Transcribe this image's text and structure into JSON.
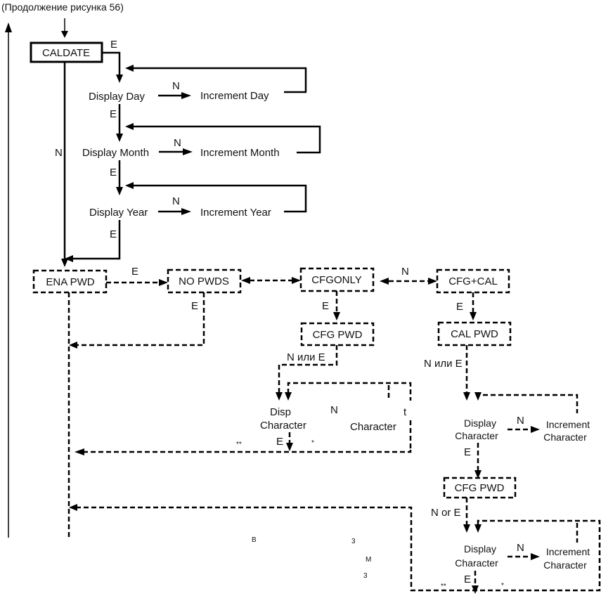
{
  "caption": "(Продолжение рисунка 56)",
  "boxes": {
    "caldate": "CALDATE",
    "ena_pwd": "ENA PWD",
    "no_pwds": "NO PWDS",
    "cfgonly": "CFGONLY",
    "cfg_cal": "CFG+CAL",
    "cfg_pwd_1": "CFG PWD",
    "cal_pwd": "CAL PWD",
    "cfg_pwd_2": "CFG PWD"
  },
  "steps": {
    "display_day": "Display Day",
    "increment_day": "Increment Day",
    "display_month": "Display Month",
    "increment_month": "Increment Month",
    "display_year": "Display Year",
    "increment_year": "Increment Year",
    "display": "Display",
    "character": "Character",
    "increment": "Increment"
  },
  "partial": {
    "dis": "Disp",
    "ment": "t",
    "n": "N",
    "character_a": "Character",
    "character_b": "Character",
    "bottom_a": "B",
    "bottom_b": "3",
    "bottom_c": "M",
    "bottom_d": "3"
  },
  "edge_labels": {
    "e": "E",
    "n": "N",
    "n_ili_e": "N или E",
    "n_or_e": "N or E",
    "dstar": "**",
    "star": "*"
  }
}
